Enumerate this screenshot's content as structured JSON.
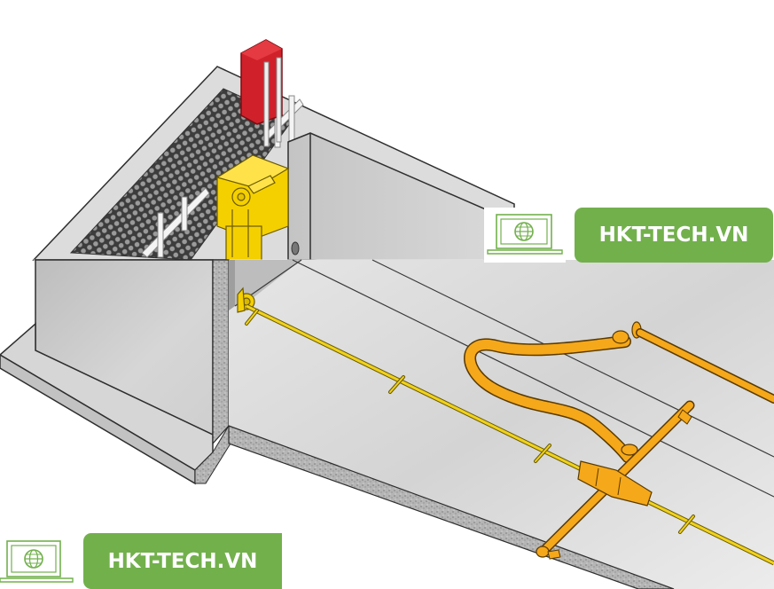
{
  "figure": {
    "subject": "Isometric illustration of a concrete sewer channel with a cable winch at the manhole and a pipe inspection / cleaning rig pulled along a cable",
    "components": [
      {
        "id": "red-guard",
        "label": "red winch housing",
        "color": "#d0212b"
      },
      {
        "id": "yellow-winch",
        "label": "yellow cable winch unit",
        "color": "#f5d000"
      },
      {
        "id": "grating",
        "label": "dark mesh grating over channel",
        "color": "#4a4a4a"
      },
      {
        "id": "railing",
        "label": "white guide railing",
        "color": "#f2f2f2"
      },
      {
        "id": "cable",
        "label": "yellow traction cable with spacer clips",
        "color": "#e8cc1a"
      },
      {
        "id": "hose",
        "label": "orange segmented flexible hose",
        "color": "#f5a81a"
      },
      {
        "id": "rig",
        "label": "orange T-shaped cleaning sled / rig",
        "color": "#f5a81a"
      },
      {
        "id": "pulley",
        "label": "yellow corner pulley at wall base",
        "color": "#f5d000"
      },
      {
        "id": "concrete",
        "label": "grey concrete walls and slab with speckled section",
        "color": "#c8c8c8"
      }
    ]
  },
  "watermarks": [
    {
      "id": "logo-top",
      "text": "HKT-TECH.VN",
      "icon": "laptop-globe-icon",
      "color": "#72b04c"
    },
    {
      "id": "logo-bottom",
      "text": "HKT-TECH.VN",
      "icon": "laptop-globe-icon",
      "color": "#72b04c"
    }
  ],
  "colors": {
    "background": "#ffffff",
    "brand_green": "#72b04c",
    "concrete_light": "#e2e2e2",
    "concrete_mid": "#c9c9c9",
    "concrete_dark": "#a9a9a9",
    "outline": "#2e2e2e",
    "yellow": "#f5d000",
    "orange": "#f5a81a",
    "red": "#d0212b"
  }
}
